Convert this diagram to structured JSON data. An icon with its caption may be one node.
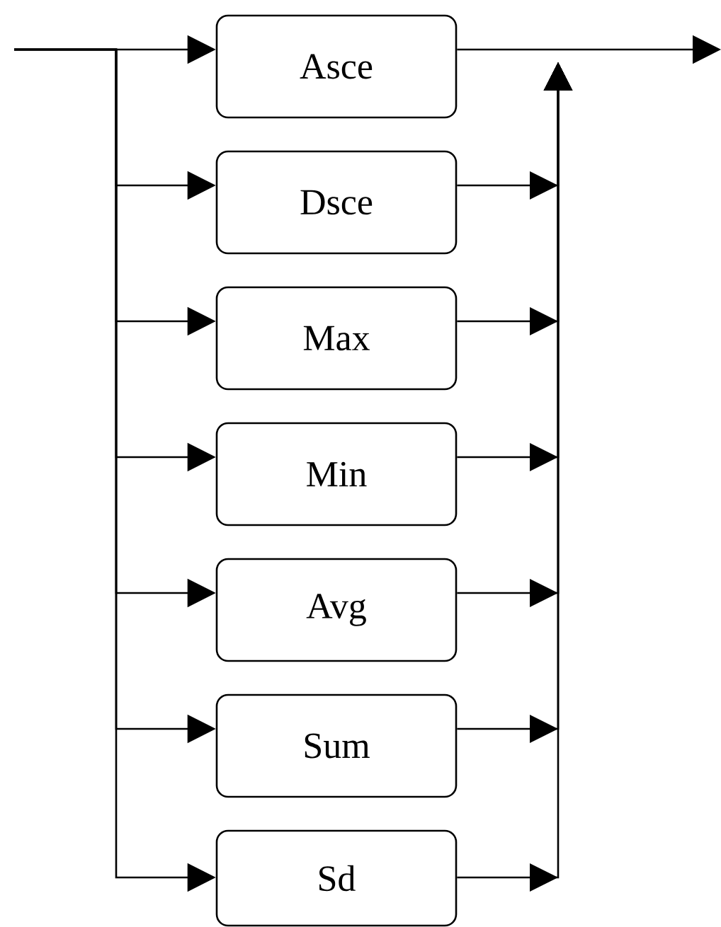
{
  "diagram": {
    "nodes": [
      {
        "text": [
          "Asce"
        ]
      },
      {
        "text": [
          "Dsce"
        ]
      },
      {
        "text": [
          "Max"
        ]
      },
      {
        "text": [
          "Min"
        ]
      },
      {
        "text": [
          "Avg"
        ]
      },
      {
        "text": [
          "Sum"
        ]
      },
      {
        "text": [
          "Sd"
        ]
      }
    ],
    "edges": [
      {
        "from": null,
        "to": 0,
        "arrow": "to"
      },
      {
        "from": null,
        "to": 1,
        "arrow": "to"
      },
      {
        "from": null,
        "to": 2,
        "arrow": "to"
      },
      {
        "from": null,
        "to": 3,
        "arrow": "to"
      },
      {
        "from": null,
        "to": 4,
        "arrow": "to"
      },
      {
        "from": null,
        "to": 5,
        "arrow": "to"
      },
      {
        "from": null,
        "to": 6,
        "arrow": "to"
      },
      {
        "from": 0,
        "to": null,
        "arrow": "to"
      },
      {
        "from": 1,
        "to": null,
        "arrow": "to"
      },
      {
        "from": 2,
        "to": null,
        "arrow": "to"
      },
      {
        "from": 3,
        "to": null,
        "arrow": "to"
      },
      {
        "from": 4,
        "to": null,
        "arrow": "to"
      },
      {
        "from": 5,
        "to": null,
        "arrow": "to"
      },
      {
        "from": 6,
        "to": null,
        "arrow": "to"
      }
    ]
  }
}
